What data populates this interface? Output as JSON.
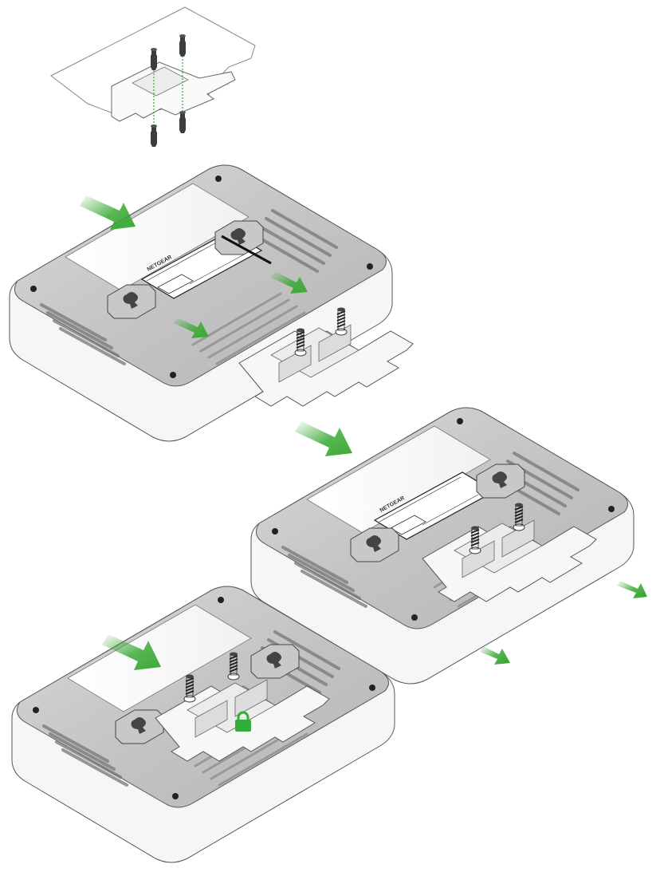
{
  "figure": {
    "brand_label": "NETGEAR",
    "steps": [
      {
        "id": "ceiling-plate-screws",
        "arrows": 0
      },
      {
        "id": "ap-with-plate-detached",
        "arrows": 3
      },
      {
        "id": "plate-slid-in",
        "arrows": 3
      },
      {
        "id": "plate-locked",
        "arrows": 1,
        "lock_icon": "padlock-icon"
      }
    ]
  },
  "colors": {
    "arrow_green": "#3ba935",
    "lock_green": "#2fae3a",
    "housing_gray": "#cfcfcf",
    "rim_white": "#f4f4f4",
    "outline": "#555555"
  },
  "icons": [
    "arrow-icon",
    "padlock-icon",
    "screw-icon",
    "anchor-icon"
  ]
}
